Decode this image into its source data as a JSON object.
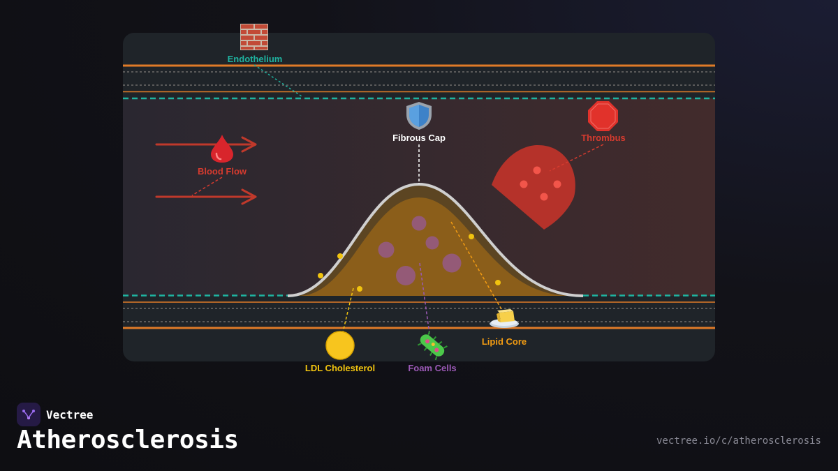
{
  "brand": {
    "name": "Vectree"
  },
  "page": {
    "title": "Atherosclerosis",
    "url": "vectree.io/c/atherosclerosis"
  },
  "labels": {
    "endothelium": "Endothelium",
    "fibrous_cap": "Fibrous Cap",
    "thrombus": "Thrombus",
    "blood_flow": "Blood Flow",
    "ldl": "LDL Cholesterol",
    "foam_cells": "Foam Cells",
    "lipid_core": "Lipid Core"
  },
  "icons": {
    "endothelium": "brick-wall-icon",
    "fibrous_cap": "shield-icon",
    "thrombus": "stop-sign-icon",
    "blood_flow": "blood-drop-icon",
    "ldl": "yellow-circle-icon",
    "foam_cells": "microbe-icon",
    "lipid_core": "butter-icon"
  },
  "colors": {
    "wall_orange": "#e07b28",
    "endothelium_teal": "#1fb3a0",
    "blood_red": "#d63b2f",
    "plaque_brown": "#8b5e1a",
    "foam_purple": "#9b59b6",
    "ldl_yellow": "#f1c40f",
    "lipid_orange": "#f39c12",
    "cap_white": "#ffffff"
  }
}
